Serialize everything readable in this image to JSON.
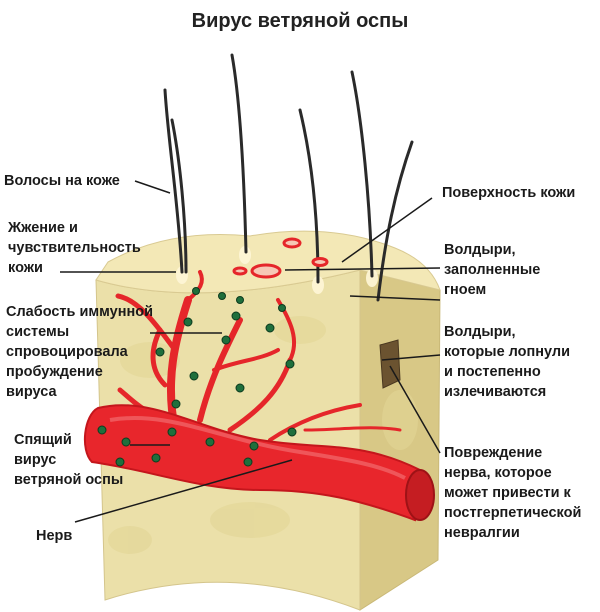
{
  "title": "Вирус ветряной оспы",
  "labels": {
    "hair": "Волосы на коже",
    "burning": "Жжение и\nчувствительность\nкожи",
    "immunity": "Слабость иммунной\nсистемы\nспровоцировала\nпробуждение\nвируса",
    "dormant": "Спящий\nвирус\nветряной оспы",
    "nerve": "Нерв",
    "surface": "Поверхность кожи",
    "blisters": "Волдыри,\nзаполненные\nгноем",
    "healing": "Волдыри,\nкоторые лопнули\nи постепенно\nизлечиваются",
    "damage": "Повреждение\nнерва, которое\nможет привести к\nпостгерпетической\nневралгии"
  },
  "colors": {
    "skin": "#eadfa6",
    "skin_top": "#f2e6b2",
    "skin_side": "#dccd8c",
    "nerve": "#e8262c",
    "virus": "#1f6f3c",
    "hair": "#2a2a2a",
    "leader": "#1a1a1a"
  }
}
